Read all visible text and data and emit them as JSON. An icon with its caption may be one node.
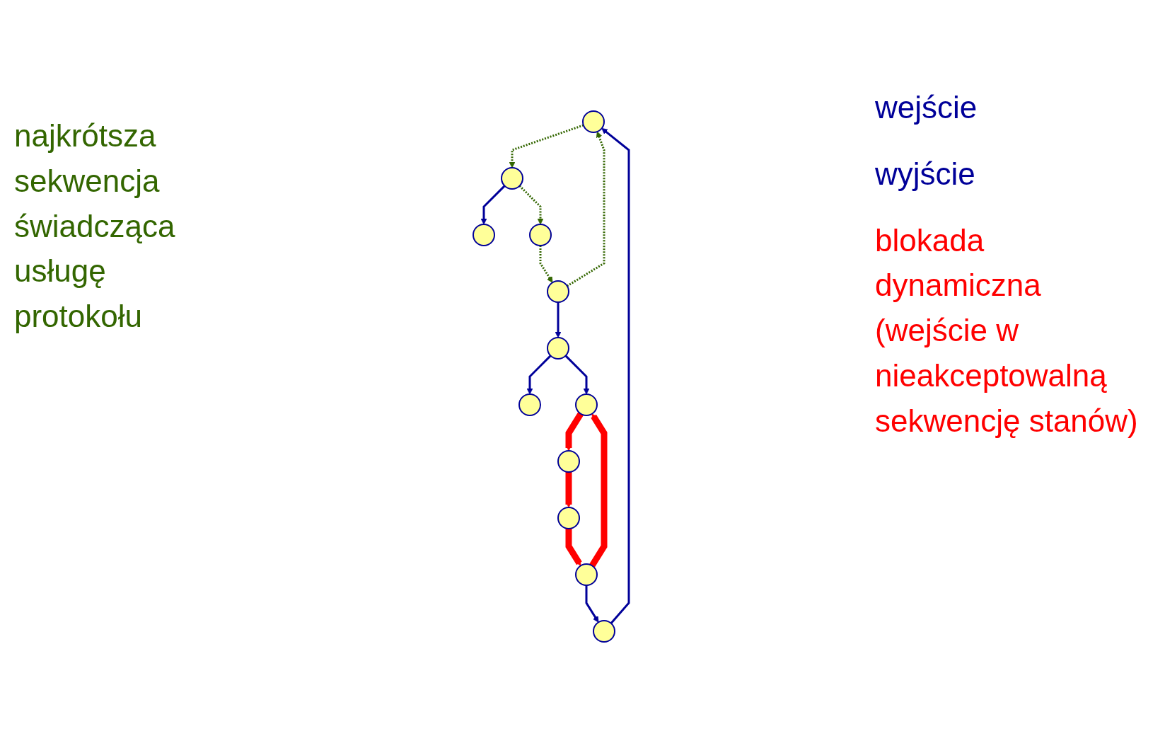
{
  "diagram": {
    "nodes": [
      {
        "text": [],
        "shape": "circle"
      },
      {
        "text": [],
        "shape": "circle"
      },
      {
        "text": [],
        "shape": "circle"
      },
      {
        "text": [],
        "shape": "circle"
      },
      {
        "text": [],
        "shape": "circle"
      },
      {
        "text": [],
        "shape": "circle"
      },
      {
        "text": [],
        "shape": "circle"
      },
      {
        "text": [],
        "shape": "circle"
      },
      {
        "text": [],
        "shape": "circle"
      },
      {
        "text": [],
        "shape": "circle"
      },
      {
        "text": [],
        "shape": "circle"
      },
      {
        "text": [],
        "shape": "circle"
      }
    ],
    "edges": [
      {
        "from": 0,
        "to": 1,
        "arrow": "to",
        "style": "dashed",
        "color": "#336600"
      },
      {
        "from": 1,
        "to": 3,
        "arrow": "to",
        "style": "dashed",
        "color": "#336600"
      },
      {
        "from": 3,
        "to": 4,
        "arrow": "to",
        "style": "dashed",
        "color": "#336600"
      },
      {
        "from": 4,
        "to": 0,
        "arrow": "to",
        "style": "dashed",
        "color": "#336600"
      },
      {
        "from": 1,
        "to": 2,
        "arrow": "to"
      },
      {
        "from": 4,
        "to": 5,
        "arrow": "to"
      },
      {
        "from": 5,
        "to": 6,
        "arrow": "to"
      },
      {
        "from": 5,
        "to": 7,
        "arrow": "to"
      },
      {
        "from": 7,
        "to": 8,
        "arrow": "to",
        "style": "thick",
        "color": "#ff0000"
      },
      {
        "from": 8,
        "to": 9,
        "arrow": "to",
        "style": "thick",
        "color": "#ff0000"
      },
      {
        "from": 9,
        "to": 10,
        "arrow": "to",
        "style": "thick",
        "color": "#ff0000"
      },
      {
        "from": 10,
        "to": 7,
        "arrow": "to",
        "style": "thick",
        "color": "#ff0000"
      },
      {
        "from": 10,
        "to": 11,
        "arrow": "to"
      },
      {
        "from": 11,
        "to": 0,
        "arrow": "to"
      }
    ],
    "labels": [
      "najkrótsza sekwencja świadcząca usługę protokołu",
      "wejście",
      "wyjście",
      "blokada dynamiczna (wejście w nieakceptowalną sekwencję stanów)"
    ]
  }
}
